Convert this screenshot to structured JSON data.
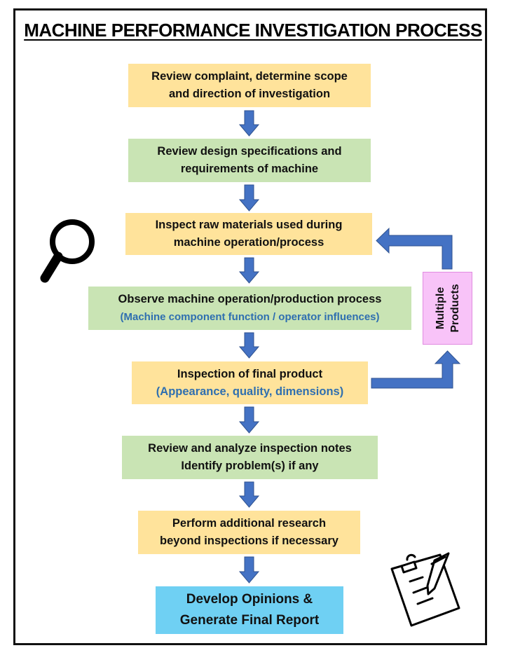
{
  "title": "MACHINE PERFORMANCE INVESTIGATION PROCESS",
  "colors": {
    "step_yellow": "#ffe39b",
    "step_green": "#c9e4b4",
    "final_blue": "#6fd0f3",
    "side_pink": "#f8c3f8",
    "arrow_blue": "#4472c4",
    "subtext_blue": "#2f6fb0"
  },
  "steps": [
    {
      "line1": "Review complaint, determine scope",
      "line2": "and direction of investigation"
    },
    {
      "line1": "Review design specifications and",
      "line2": "requirements of machine"
    },
    {
      "line1": "Inspect raw materials used during",
      "line2": "machine operation/process"
    },
    {
      "line1": "Observe machine operation/production  process",
      "line2": "(Machine component function / operator influences)"
    },
    {
      "line1": "Inspection of final product",
      "line2": "(Appearance, quality, dimensions)"
    },
    {
      "line1": "Review and analyze inspection notes",
      "line2": "Identify problem(s) if any"
    },
    {
      "line1": "Perform additional  research",
      "line2": "beyond inspections if necessary"
    }
  ],
  "final_step": {
    "line1": "Develop Opinions &",
    "line2": "Generate Final Report"
  },
  "loop_label": {
    "line1": "Multiple",
    "line2": "Products"
  },
  "icons": [
    "magnifier-icon",
    "clipboard-pencil-icon",
    "arrow-down-icon",
    "loop-arrow-icon"
  ]
}
